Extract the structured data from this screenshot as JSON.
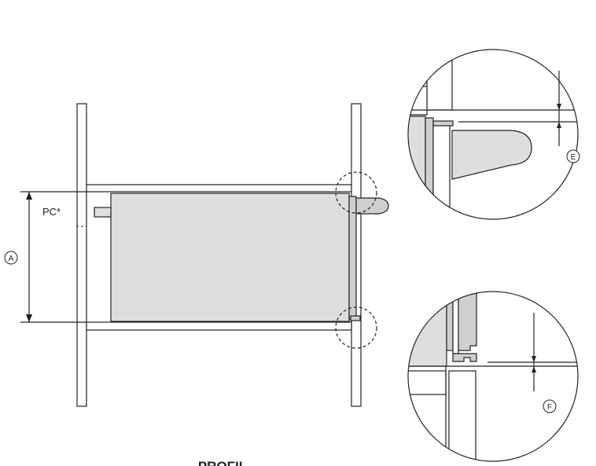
{
  "labels": {
    "pc": "PC*",
    "a": "A",
    "e": "E",
    "f": "F",
    "caption": "PROFIL"
  },
  "colors": {
    "line": "#222222",
    "fill_gray": "#dedede",
    "fill_gray_dark": "#cfcfcf",
    "background": "#ffffff"
  }
}
